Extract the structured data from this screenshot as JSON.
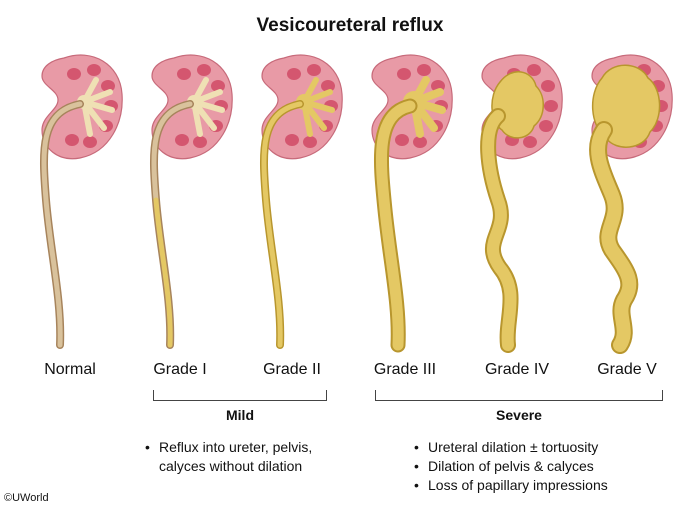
{
  "title": "Vesicoureteral reflux",
  "grades": [
    {
      "label": "Normal"
    },
    {
      "label": "Grade I"
    },
    {
      "label": "Grade II"
    },
    {
      "label": "Grade III"
    },
    {
      "label": "Grade IV"
    },
    {
      "label": "Grade V"
    }
  ],
  "groups": [
    {
      "label": "Mild",
      "bullets": [
        "Reflux into ureter, pelvis,\ncalyces without dilation"
      ]
    },
    {
      "label": "Severe",
      "bullets": [
        "Ureteral dilation ± tortuosity",
        "Dilation of pelvis & calyces",
        "Loss of papillary impressions"
      ]
    }
  ],
  "copyright": "©UWorld",
  "colors": {
    "kidney": "#e89aa6",
    "papilla": "#d4566f",
    "urine": "#e4c864",
    "urine_dark": "#b8962e",
    "normal_ureter": "#d9c29c"
  }
}
